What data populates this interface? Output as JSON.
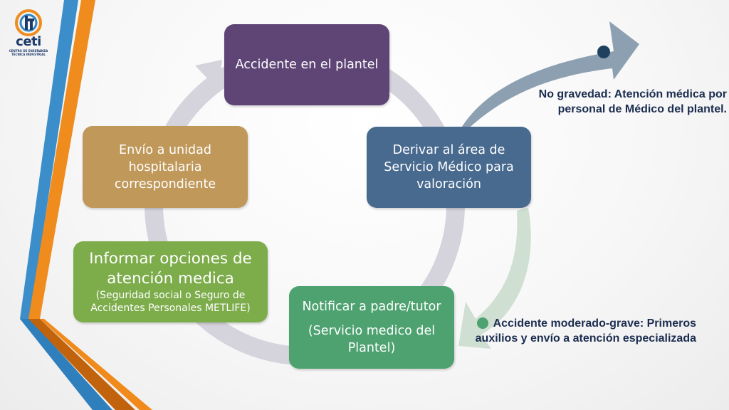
{
  "logo": {
    "word": "ceti",
    "subtitle_line1": "CENTRO DE ENSEÑANZA",
    "subtitle_line2": "TÉCNICA INDUSTRIAL"
  },
  "steps": [
    {
      "text": "Accidente en el plantel"
    },
    {
      "text": "Derivar al área de Servicio Médico para valoración"
    },
    {
      "text": "Notificar a padre/tutor",
      "sub": "(Servicio medico del Plantel)"
    },
    {
      "text": "Informar opciones de atención medica",
      "sub": "(Seguridad social o Seguro de Accidentes  Personales METLIFE)"
    },
    {
      "text": "Envío a unidad hospitalaria correspondiente"
    }
  ],
  "notes": {
    "no_gravedad": "No gravedad: Atención médica por personal de Médico del plantel.",
    "moderado": "Accidente moderado-grave: Primeros auxilios y envío a atención especializada"
  },
  "colors": {
    "step1": "#5e4576",
    "step2": "#486a8f",
    "step3": "#4da270",
    "step4": "#7dac4b",
    "step5": "#c0985a",
    "cycle_arrow": "#d5d3dc",
    "stripe_blue": "#2f86c4",
    "stripe_orange": "#ee8a1c",
    "note_text": "#1b2d4f"
  }
}
